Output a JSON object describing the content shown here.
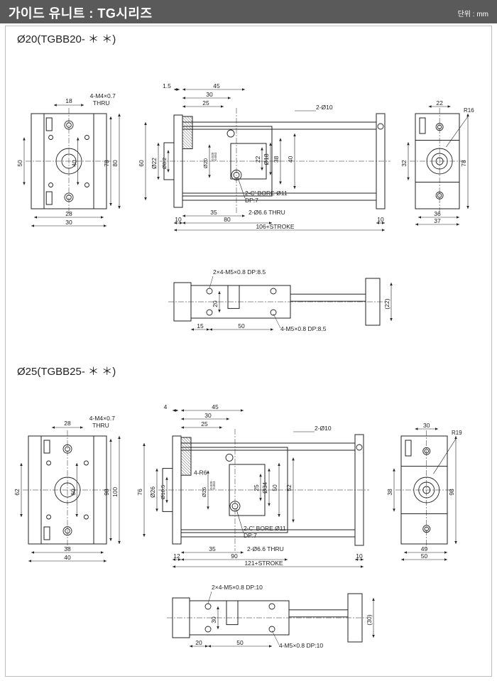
{
  "header": {
    "title": "가이드 유니트 : TG시리즈",
    "unit": "단위 : mm"
  },
  "sections": [
    {
      "title": "Ø20(TGBB20- ＊ ＊)",
      "dims": {
        "side_top_w": "18",
        "side_thread": "4-M4×0.7",
        "side_thru": "THRU",
        "side_h_left": "50",
        "side_h_in": "40",
        "side_h_78": "78",
        "side_h_80": "80",
        "side_bot_28": "28",
        "side_bot_30": "30",
        "front_1_5": "1.5",
        "front_45": "45",
        "front_30": "30",
        "front_25": "25",
        "front_rod": "2-Ø10",
        "front_60": "60",
        "front_phi22": "Ø22",
        "front_phi8_2": "Ø8.2",
        "front_phi20": "Ø20",
        "front_tol_a": "-0.020",
        "front_tol_b": "-0.053",
        "front_22": "22",
        "front_phi18": "Ø18",
        "front_38": "38",
        "front_40": "40",
        "front_cbore": "2-C' BORE Ø11",
        "front_dp": "DP:7",
        "front_thru_hole": "2-Ø6.6 THRU",
        "front_10a": "10",
        "front_35": "35",
        "front_80": "80",
        "front_10b": "10",
        "front_stroke": "106+STROKE",
        "end_22": "22",
        "end_r": "R16",
        "end_32": "32",
        "end_78": "78",
        "end_36": "36",
        "end_37": "37",
        "bottom_top_thread": "2×4-M5×0.8 DP:8.5",
        "bottom_20": "20",
        "bottom_22": "(22)",
        "bottom_15": "15",
        "bottom_50": "50",
        "bottom_bot_thread": "4-M5×0.8 DP:8.5",
        "front_r": ""
      }
    },
    {
      "title": "Ø25(TGBB25- ＊ ＊)",
      "dims": {
        "side_top_w": "28",
        "side_thread": "4-M4×0.7",
        "side_thru": "THRU",
        "side_h_left": "62",
        "side_h_in": "60",
        "side_h_78": "98",
        "side_h_80": "100",
        "side_bot_28": "38",
        "side_bot_30": "40",
        "front_1_5": "4",
        "front_45": "45",
        "front_30": "30",
        "front_25": "25",
        "front_rod": "2-Ø10",
        "front_60": "76",
        "front_phi22": "Ø26",
        "front_phi8_2": "Ø10.5",
        "front_phi20": "Ø26",
        "front_tol_a": "-0.020",
        "front_tol_b": "-0.053",
        "front_22": "25",
        "front_phi18": "Ø34",
        "front_38": "50",
        "front_40": "52",
        "front_cbore": "2-C' BORE Ø11",
        "front_dp": "DP:7",
        "front_thru_hole": "2-Ø6.6 THRU",
        "front_10a": "12",
        "front_35": "35",
        "front_80": "90",
        "front_10b": "10",
        "front_stroke": "121+STROKE",
        "end_22": "30",
        "end_r": "R19",
        "end_32": "38",
        "end_78": "98",
        "end_36": "49",
        "end_37": "50",
        "bottom_top_thread": "2×4-M5×0.8 DP:10",
        "bottom_20": "30",
        "bottom_22": "(30)",
        "bottom_15": "20",
        "bottom_50": "50",
        "bottom_bot_thread": "4-M5×0.8 DP:10",
        "front_r": "4-R6"
      }
    }
  ]
}
